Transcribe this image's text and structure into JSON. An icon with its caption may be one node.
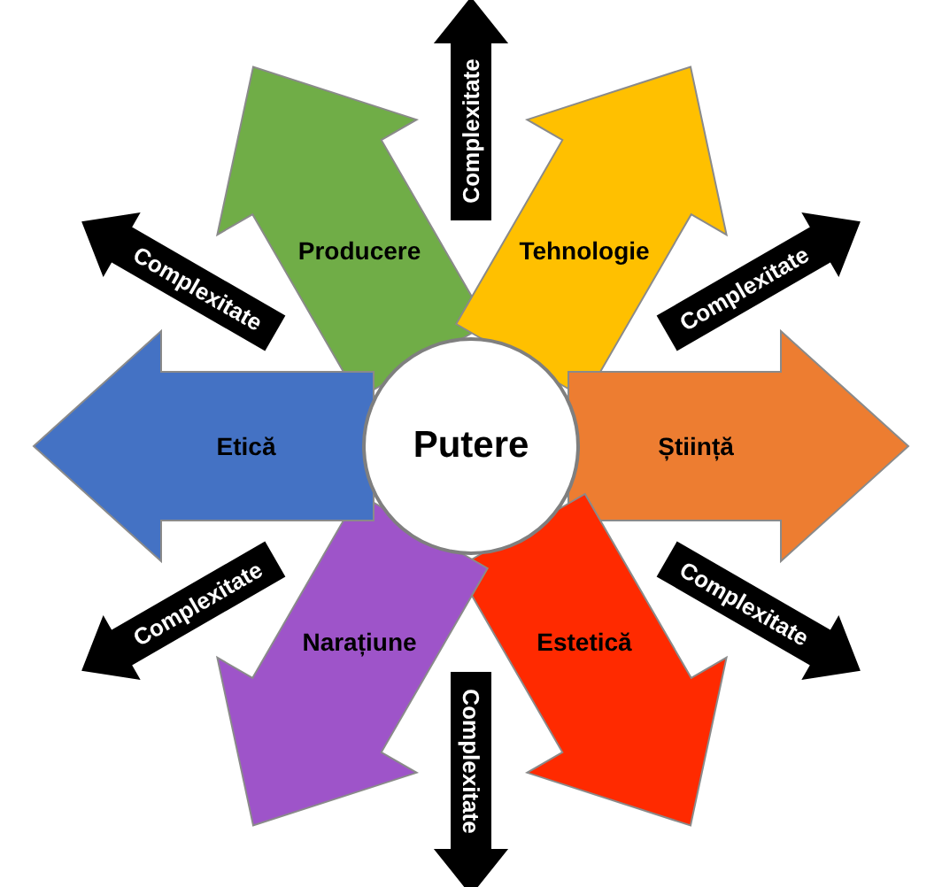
{
  "diagram": {
    "nodes": [
      {
        "text": [
          "Putere"
        ]
      },
      {
        "text": [
          "Producere"
        ]
      },
      {
        "text": [
          "Complexitate"
        ]
      },
      {
        "text": [
          "Tehnologie"
        ]
      },
      {
        "text": [
          "Complexitate"
        ]
      },
      {
        "text": [
          "Știință"
        ]
      },
      {
        "text": [
          "Complexitate"
        ]
      },
      {
        "text": [
          "Estetică"
        ]
      },
      {
        "text": [
          "Complexitate"
        ]
      },
      {
        "text": [
          "Narațiune"
        ]
      },
      {
        "text": [
          "Complexitate"
        ]
      },
      {
        "text": [
          "Etică"
        ]
      },
      {
        "text": [
          "Complexitate"
        ]
      }
    ]
  }
}
